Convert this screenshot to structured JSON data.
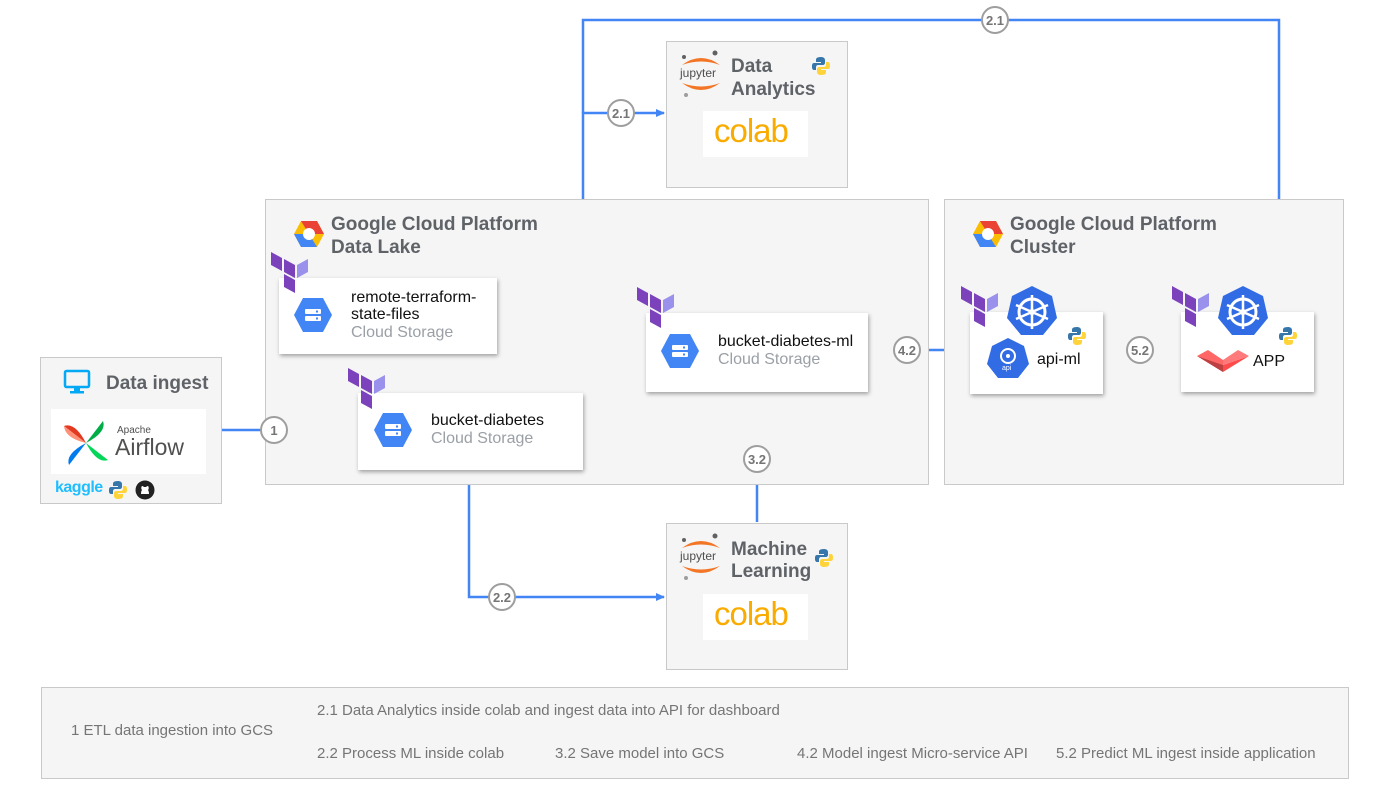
{
  "data_ingest": {
    "title": "Data ingest",
    "airflow_small": "Apache",
    "airflow_big": "Airflow",
    "kaggle": "kaggle"
  },
  "data_lake": {
    "title_line1": "Google Cloud Platform",
    "title_line2": "Data Lake",
    "state_bucket": {
      "name_line1": "remote-terraform-",
      "name_line2": "state-files",
      "type": "Cloud Storage"
    },
    "diabetes_bucket": {
      "name": "bucket-diabetes",
      "type": "Cloud Storage"
    },
    "ml_bucket": {
      "name": "bucket-diabetes-ml",
      "type": "Cloud Storage"
    }
  },
  "analytics": {
    "jupyter": "jupyter",
    "title_line1": "Data",
    "title_line2": "Analytics",
    "colab": "colab"
  },
  "ml": {
    "jupyter": "jupyter",
    "title_line1": "Machine",
    "title_line2": "Learning",
    "colab": "colab"
  },
  "cluster": {
    "title_line1": "Google Cloud Platform",
    "title_line2": "Cluster",
    "api_label": "api-ml",
    "api_icon_text": "api",
    "app_label": "APP"
  },
  "steps": {
    "s1": "1",
    "s21_top": "2.1",
    "s21_mid": "2.1",
    "s22": "2.2",
    "s32": "3.2",
    "s42": "4.2",
    "s52": "5.2"
  },
  "legend": {
    "l1": "1 ETL data ingestion into GCS",
    "l21": "2.1 Data Analytics inside colab and ingest data into API for dashboard",
    "l22": "2.2 Process ML inside colab",
    "l32": "3.2 Save model into GCS",
    "l42": "4.2 Model ingest Micro-service API",
    "l52": "5.2 Predict ML ingest inside application"
  },
  "colors": {
    "arrow": "#4285f4",
    "terraform": "#7b42bc",
    "gcs": "#4285f4",
    "kubernetes": "#326ce5",
    "colab": "#f9ab00",
    "jupyter": "#f37626",
    "streamlit": "#ff4b4b"
  }
}
